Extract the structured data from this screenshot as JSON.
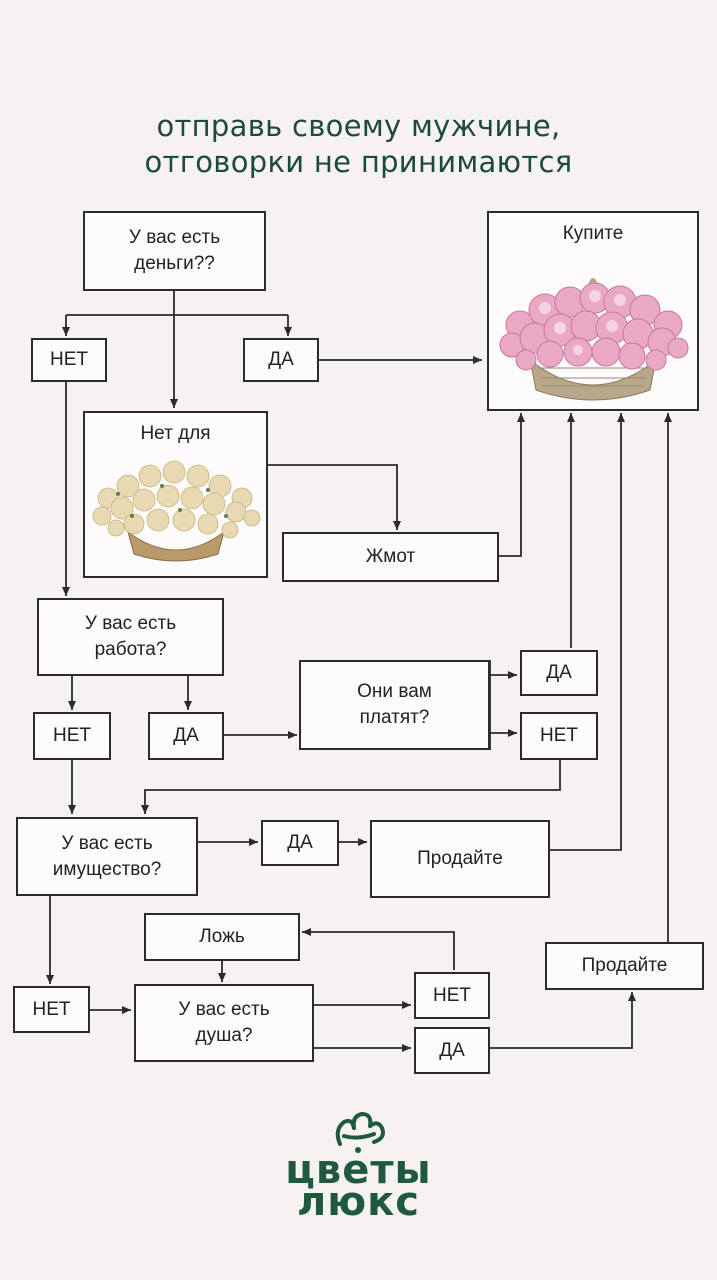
{
  "header": {
    "line1": "отправь своему мужчине,",
    "line2": "отговорки не принимаются"
  },
  "nodes": {
    "money_q": {
      "line1": "У вас есть",
      "line2": "деньги??"
    },
    "money_no": "НЕТ",
    "money_yes": "ДА",
    "buy": "Купите",
    "not_for": "Нет для",
    "cheapskate": "Жмот",
    "work_q": {
      "line1": "У вас есть",
      "line2": "работа?"
    },
    "work_no": "НЕТ",
    "work_yes": "ДА",
    "paid_q": {
      "line1": "Они вам",
      "line2": "платят?"
    },
    "paid_yes": "ДА",
    "paid_no": "НЕТ",
    "property_q": {
      "line1": "У вас есть",
      "line2": "имущество?"
    },
    "property_yes": "ДА",
    "sell1": "Продайте",
    "lie": "Ложь",
    "property_no": "НЕТ",
    "soul_q": {
      "line1": "У вас есть",
      "line2": "душа?"
    },
    "soul_no": "НЕТ",
    "soul_yes": "ДА",
    "sell2": "Продайте"
  },
  "brand": {
    "line1": "цветы",
    "line2": "люкс"
  },
  "colors": {
    "brand": "#1f5a3f",
    "line": "#2b2b2b",
    "pink_flowers": "#e9a9c4",
    "cream_flowers": "#e9d9b3"
  },
  "icons": [
    "pink-flower-basket-icon",
    "cream-flower-basket-icon",
    "flower-logo-icon"
  ]
}
